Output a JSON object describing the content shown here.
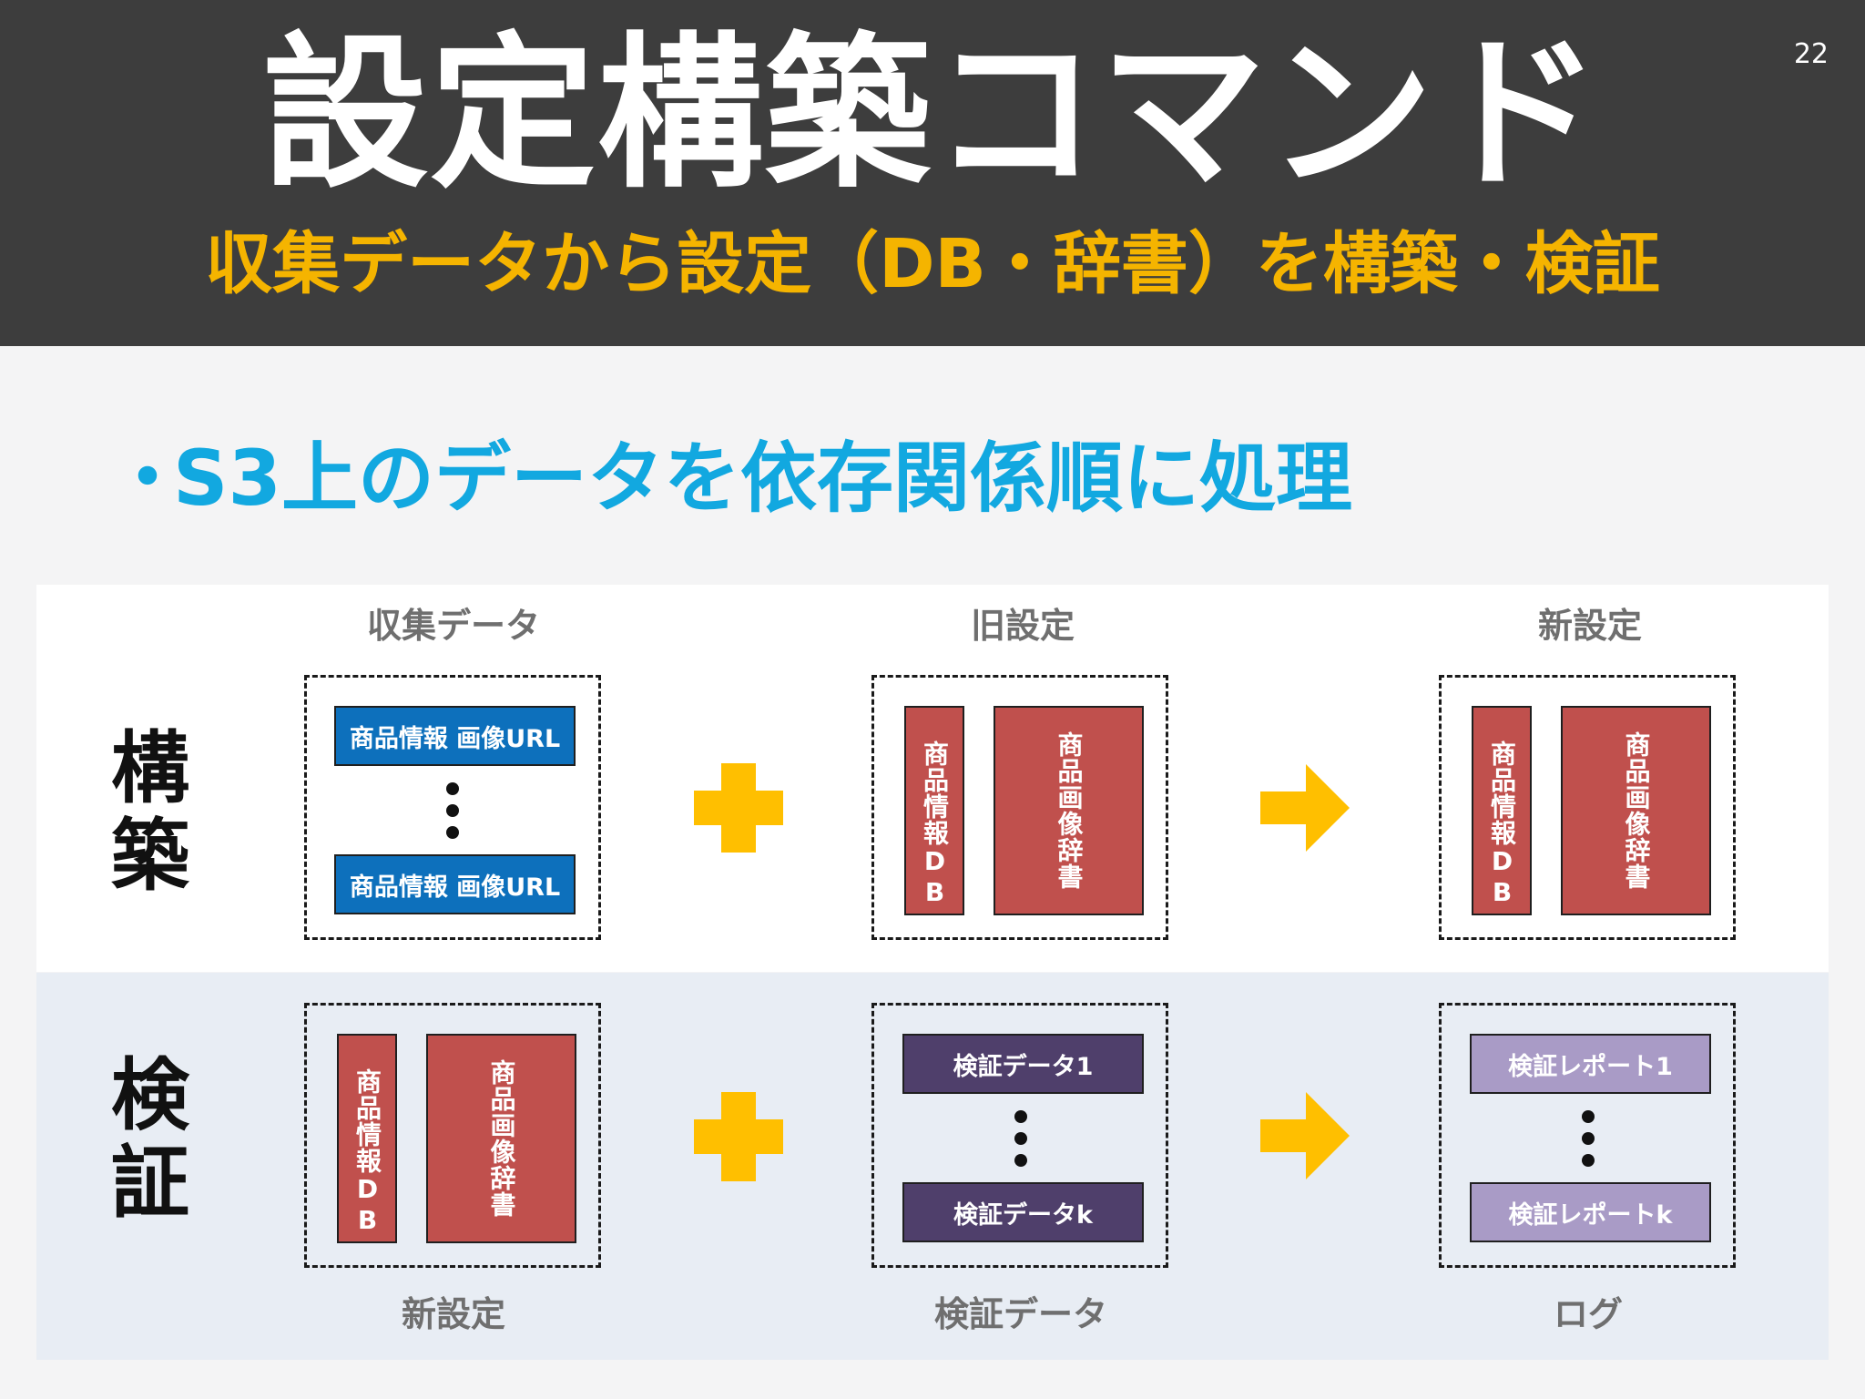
{
  "header": {
    "title": "設定構築コマンド",
    "subtitle": "収集データから設定（DB・辞書）を構築・検証",
    "page_number": "22"
  },
  "bullet": {
    "marker": "・",
    "text": "S3上のデータを依存関係順に処理"
  },
  "build": {
    "label": "構築",
    "collected": {
      "header": "収集データ",
      "item_first": "商品情報 画像URL",
      "item_last": "商品情報 画像URL"
    },
    "old_config": {
      "header": "旧設定",
      "db": "商品情報DB",
      "dict": "商品画像辞書"
    },
    "new_config": {
      "header": "新設定",
      "db": "商品情報DB",
      "dict": "商品画像辞書"
    }
  },
  "verify": {
    "label": "検証",
    "new_config": {
      "footer": "新設定",
      "db": "商品情報DB",
      "dict": "商品画像辞書"
    },
    "verify_data": {
      "footer": "検証データ",
      "item_first": "検証データ1",
      "item_last": "検証データk"
    },
    "log": {
      "footer": "ログ",
      "item_first": "検証レポート1",
      "item_last": "検証レポートk"
    }
  },
  "colors": {
    "header_bg": "#3d3d3d",
    "subtitle": "#f5b400",
    "bullet": "#12a8e0",
    "collected_item": "#0d70bc",
    "config_item": "#c0504d",
    "verify_item": "#4f3f6b",
    "report_item": "#a99bc6",
    "operator": "#ffbf00"
  }
}
